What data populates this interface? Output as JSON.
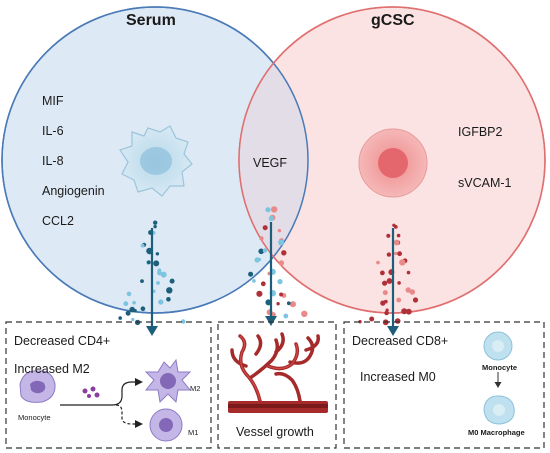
{
  "serum": {
    "title": "Serum",
    "factors": [
      "MIF",
      "IL-6",
      "IL-8",
      "Angiogenin",
      "CCL2"
    ]
  },
  "gcsc": {
    "title": "gCSC",
    "factors": [
      "IGFBP2",
      "sVCAM-1"
    ]
  },
  "shared": {
    "factor": "VEGF"
  },
  "left_box": {
    "line1": "Decreased CD4+",
    "line2": "Increased M2",
    "monocyte": "Monocyte",
    "m2": "M2",
    "m1": "M1"
  },
  "middle_box": {
    "label": "Vessel growth"
  },
  "right_box": {
    "line1": "Decreased CD8+",
    "line2": "Increased M0",
    "monocyte": "Monocyte",
    "macrophage": "M0 Macrophage"
  },
  "colors": {
    "serum_fill": "#dde9f5",
    "serum_stroke": "#4a7ab8",
    "gcsc_fill": "#fbe3e3",
    "gcsc_stroke": "#e07070",
    "overlap_fill": "#e2dde6",
    "arrow": "#1d5f7a",
    "dot_blue": "#1d5f7a",
    "dot_light_blue": "#7cc4e0",
    "dot_red": "#b0303a",
    "dot_pink": "#e88a8a",
    "vessel": "#a52a2a"
  }
}
